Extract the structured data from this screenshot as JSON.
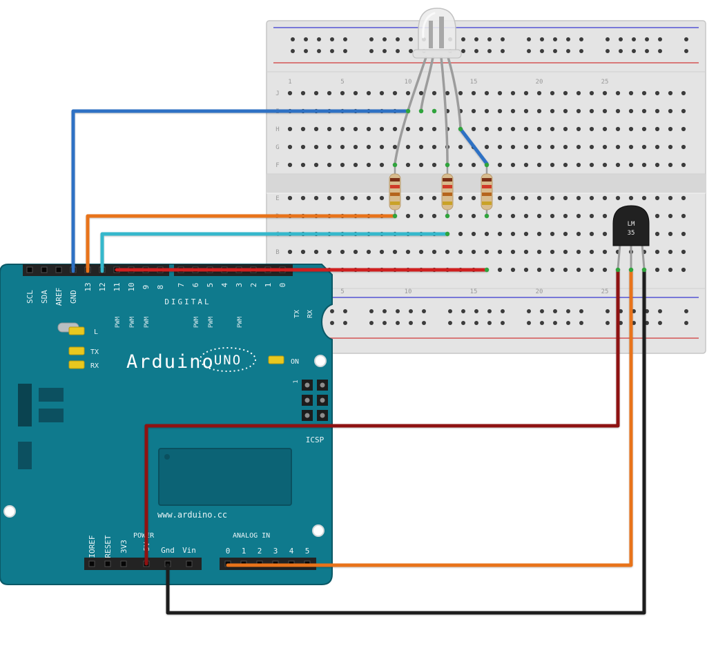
{
  "title": "Arduino UNO + breadboard wiring diagram (RGB LED with resistors and LM35 temperature sensor)",
  "colors": {
    "board_teal": "#0f7a8d",
    "board_teal_dark": "#0c6375",
    "rail_blue": "#6b6bd6",
    "rail_red": "#d66b6b",
    "hole": "#3c3c3c",
    "hole_connected": "#2fa43c",
    "wire_blue": "#2e71c4",
    "wire_orange": "#e8731a",
    "wire_cyan": "#35b8cc",
    "wire_red": "#cf1f1f",
    "wire_darkred": "#8e1212",
    "wire_black": "#1d1d1d",
    "indicator_yellow": "#e9c81f"
  },
  "breadboard": {
    "column_numbers": [
      "1",
      "5",
      "10",
      "15",
      "20",
      "25"
    ],
    "row_letters_top": [
      "J",
      "I",
      "H",
      "G",
      "F"
    ],
    "row_letters_bottom": [
      "E",
      "D",
      "C",
      "B",
      "A"
    ]
  },
  "arduino": {
    "brand": "Arduino",
    "model": "UNO",
    "url": "www.arduino.cc",
    "digital_label": "DIGITAL",
    "power_label": "POWER",
    "analog_label": "ANALOG IN",
    "icsp_label": "ICSP",
    "icsp_pin1_label": "1",
    "on_label": "ON",
    "led_l_label": "L",
    "led_tx_label": "TX",
    "led_rx_label": "RX",
    "serial_tx_label": "TX",
    "serial_rx_label": "RX",
    "pwm_label": "PWM",
    "left_pins": [
      "SCL",
      "SDA",
      "AREF",
      "GND"
    ],
    "digital_pins_left": [
      "13",
      "12",
      "11",
      "10",
      "9",
      "8"
    ],
    "digital_pins_right": [
      "7",
      "6",
      "5",
      "4",
      "3",
      "2",
      "1",
      "0"
    ],
    "power_pins": [
      "IOREF",
      "RESET",
      "3V3",
      "5V",
      "Gnd",
      "Vin"
    ],
    "analog_pins": [
      "0",
      "1",
      "2",
      "3",
      "4",
      "5"
    ]
  },
  "sensor": {
    "label_line1": "LM",
    "label_line2": "35"
  }
}
